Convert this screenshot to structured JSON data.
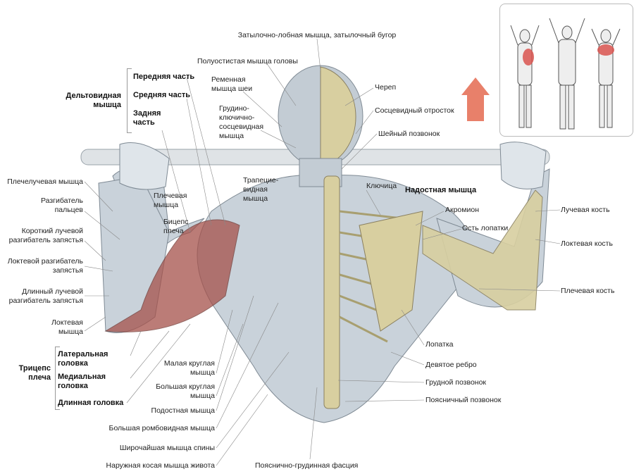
{
  "title": "Затылочно-лобная мышца, затылочный бугор",
  "deltoid": {
    "group": "Дельтовидная мышца",
    "front": "Передняя часть",
    "middle": "Средняя часть",
    "rear": "Задняя часть"
  },
  "triceps": {
    "group": "Трицепс плеча",
    "lateral": "Латеральная головка",
    "medial": "Медиальная головка",
    "long": "Длинная головка"
  },
  "head_labels": {
    "semispinalis": "Полуостистая мышца головы",
    "splenius": "Ременная мышца шеи",
    "sternocleido": "Грудино-ключично-сосцевидная мышца",
    "skull": "Череп",
    "mastoid": "Сосцевидный отросток",
    "cervical": "Шейный позвонок"
  },
  "left_labels": {
    "brachioradialis": "Плечелучевая  мышца",
    "extensor_digitorum": "Разгибатель пальцев",
    "ecrb": "Короткий лучевой разгибатель запястья",
    "ecu": "Локтевой разгибатель запястья",
    "ecrl": "Длинный лучевой разгибатель запястья",
    "anconeus": "Локтевая мышца",
    "brachialis": "Плечевая мышца",
    "biceps": "Бицепс плеча",
    "trapezius": "Трапецие-видная мышца"
  },
  "lower_left_labels": {
    "teres_minor": "Малая круглая мышца",
    "teres_major": "Большая круглая мышца",
    "infraspinatus": "Подостная мышца",
    "rhomboid": "Большая ромбовидная мышца",
    "latissimus": "Широчайшая мышца спины",
    "oblique": "Наружная косая мышца живота",
    "fascia": "Пояснично-грудинная фасция"
  },
  "right_labels": {
    "clavicle": "Ключица",
    "supraspinatus": "Надостная мышца",
    "acromion": "Акромион",
    "spine_scapula": "Ость лопатки",
    "radius": "Лучевая кость",
    "ulna": "Локтевая кость",
    "humerus": "Плечевая кость",
    "scapula": "Лопатка",
    "ninth_rib": "Девятое ребро",
    "thoracic": "Грудной позвонок",
    "lumbar": "Поясничный позвонок"
  },
  "colors": {
    "muscle": "#c9d2da",
    "muscle_red": "#a5514a",
    "bone": "#d8cfa0",
    "arrow": "#e8806a",
    "highlight": "#d9534f"
  }
}
